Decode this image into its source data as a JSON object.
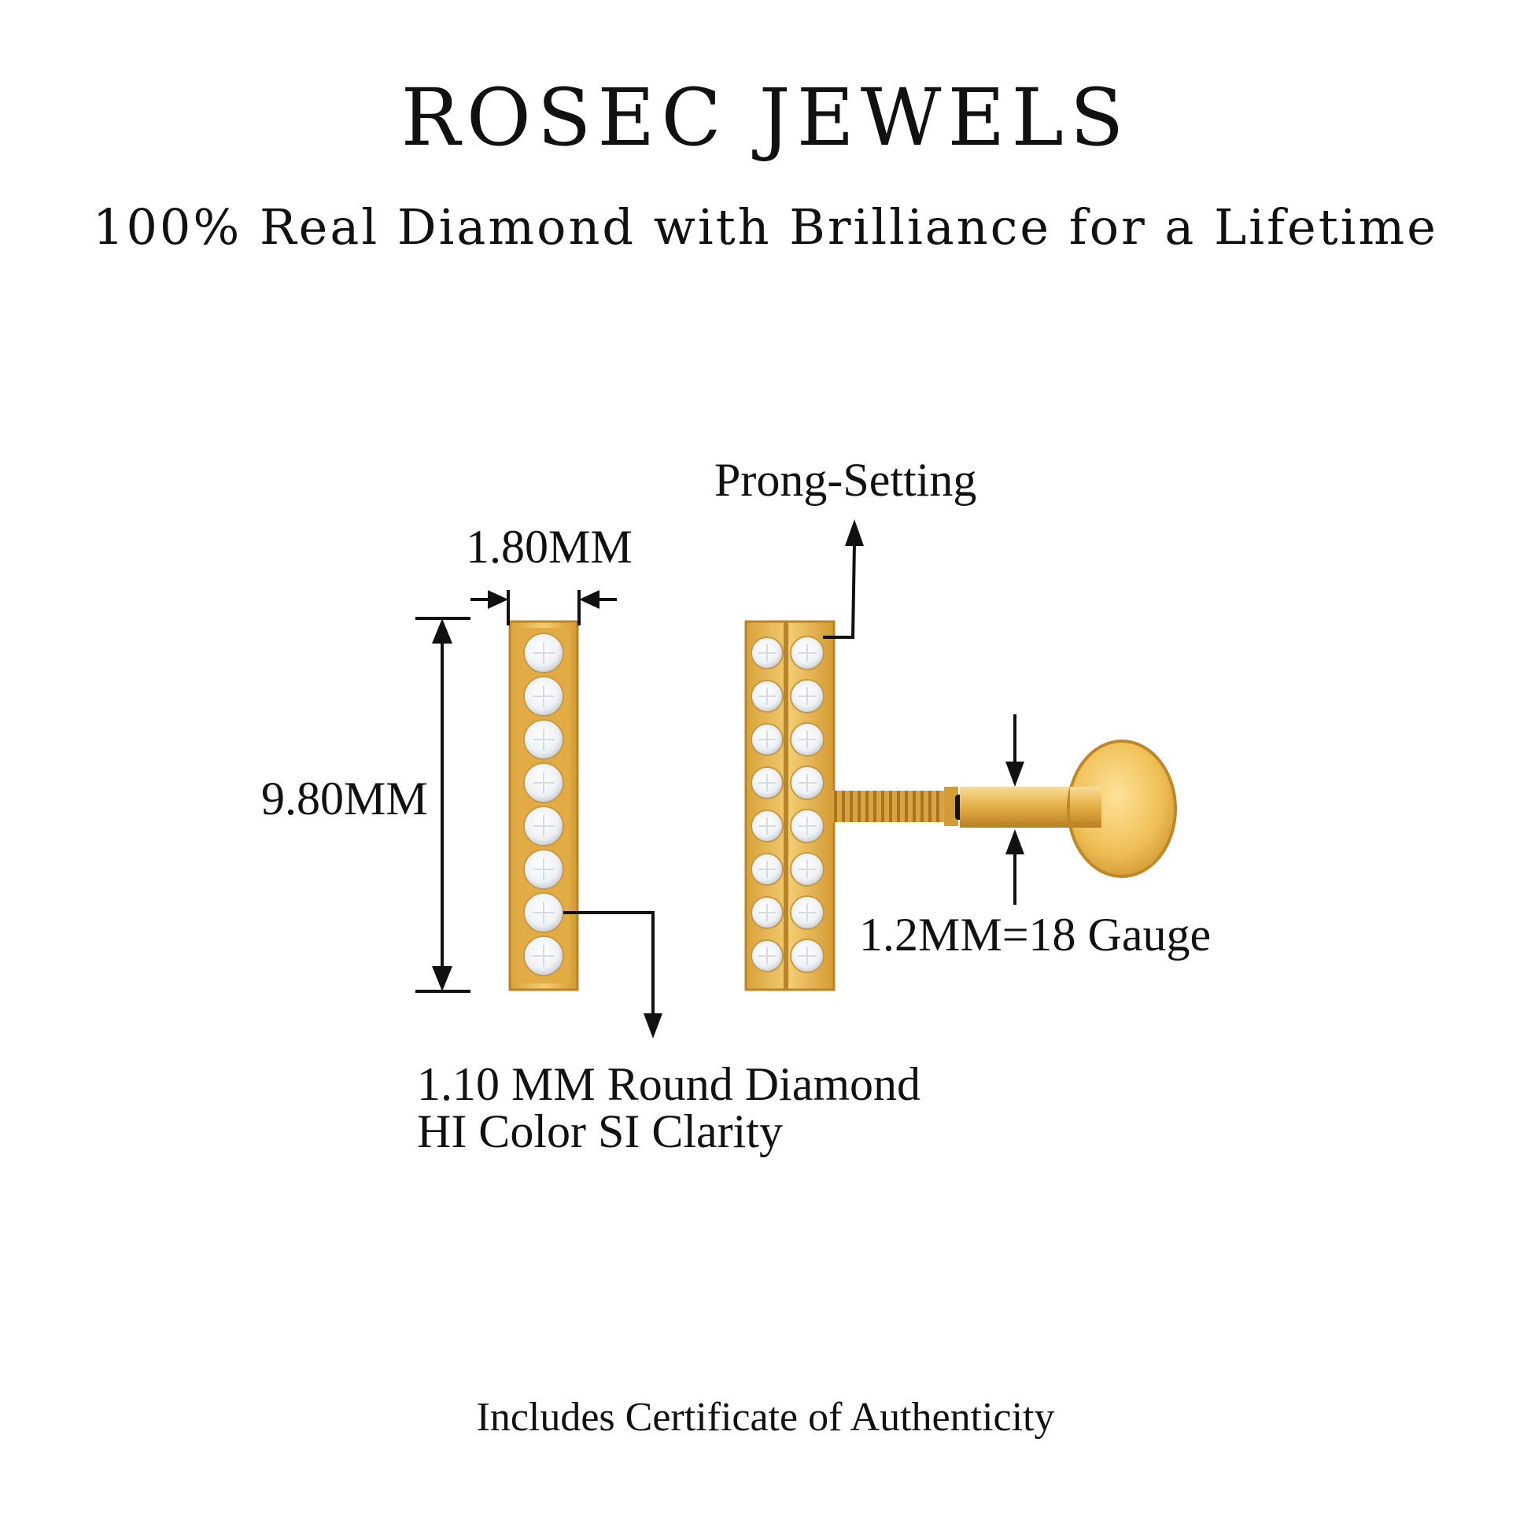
{
  "header": {
    "brand": "ROSEC JEWELS",
    "tagline": "100% Real Diamond with Brilliance for a Lifetime"
  },
  "specs": {
    "width_label": "1.80MM",
    "height_label": "9.80MM",
    "setting_label": "Prong-Setting",
    "gauge_label": "1.2MM=18 Gauge",
    "diamond_line1": "1.10 MM Round Diamond",
    "diamond_line2": "HI Color SI Clarity"
  },
  "footer": {
    "text": "Includes Certificate of Authenticity"
  },
  "colors": {
    "gold": "#e8b54a",
    "gold_dark": "#c7902e",
    "gold_light": "#f6d483",
    "diamond": "#f4f6f8",
    "line": "#111111"
  }
}
